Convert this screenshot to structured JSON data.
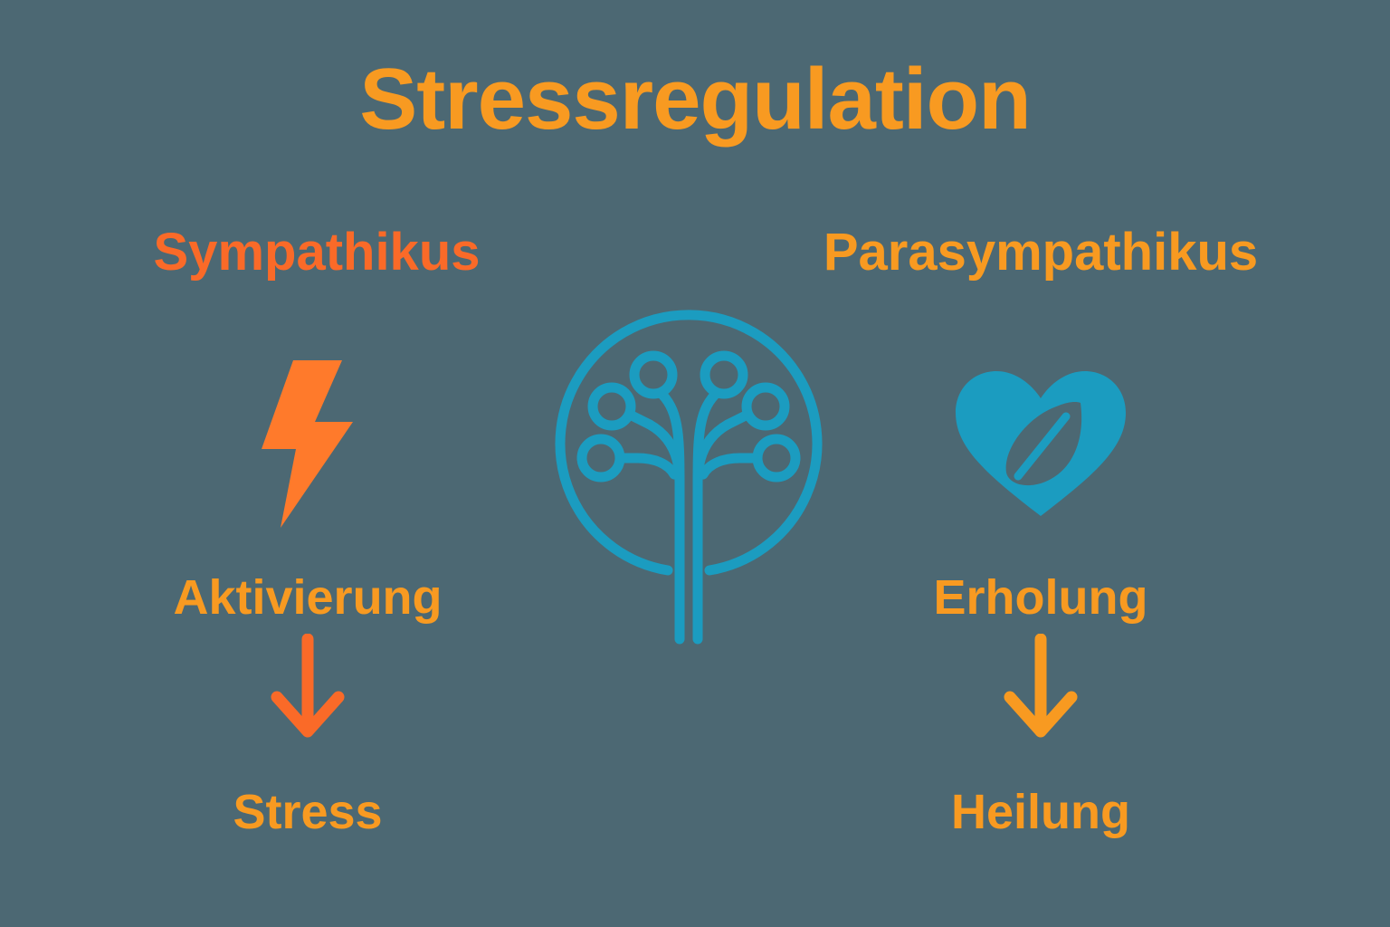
{
  "page": {
    "title": "Stressregulation",
    "background_color": "#4C6873"
  },
  "colors": {
    "amber": "#F89A21",
    "orange_red": "#FA6A28",
    "teal": "#1B9CC0",
    "background": "#4C6873"
  },
  "columns": {
    "left": {
      "heading": "Sympathikus",
      "heading_color": "#FA6A28",
      "icon": "lightning-bolt-icon",
      "icon_color": "#FF7A2B",
      "stage_label": "Aktivierung",
      "arrow": "down-arrow-icon",
      "arrow_color": "#FA6A28",
      "outcome_label": "Stress"
    },
    "right": {
      "heading": "Parasympathikus",
      "heading_color": "#F89A21",
      "icon": "heart-with-leaf-icon",
      "icon_color": "#1B9CC0",
      "stage_label": "Erholung",
      "arrow": "down-arrow-icon",
      "arrow_color": "#F89A21",
      "outcome_label": "Heilung"
    }
  },
  "center": {
    "icon": "tree-in-circle-icon",
    "icon_color": "#1B9CC0"
  }
}
